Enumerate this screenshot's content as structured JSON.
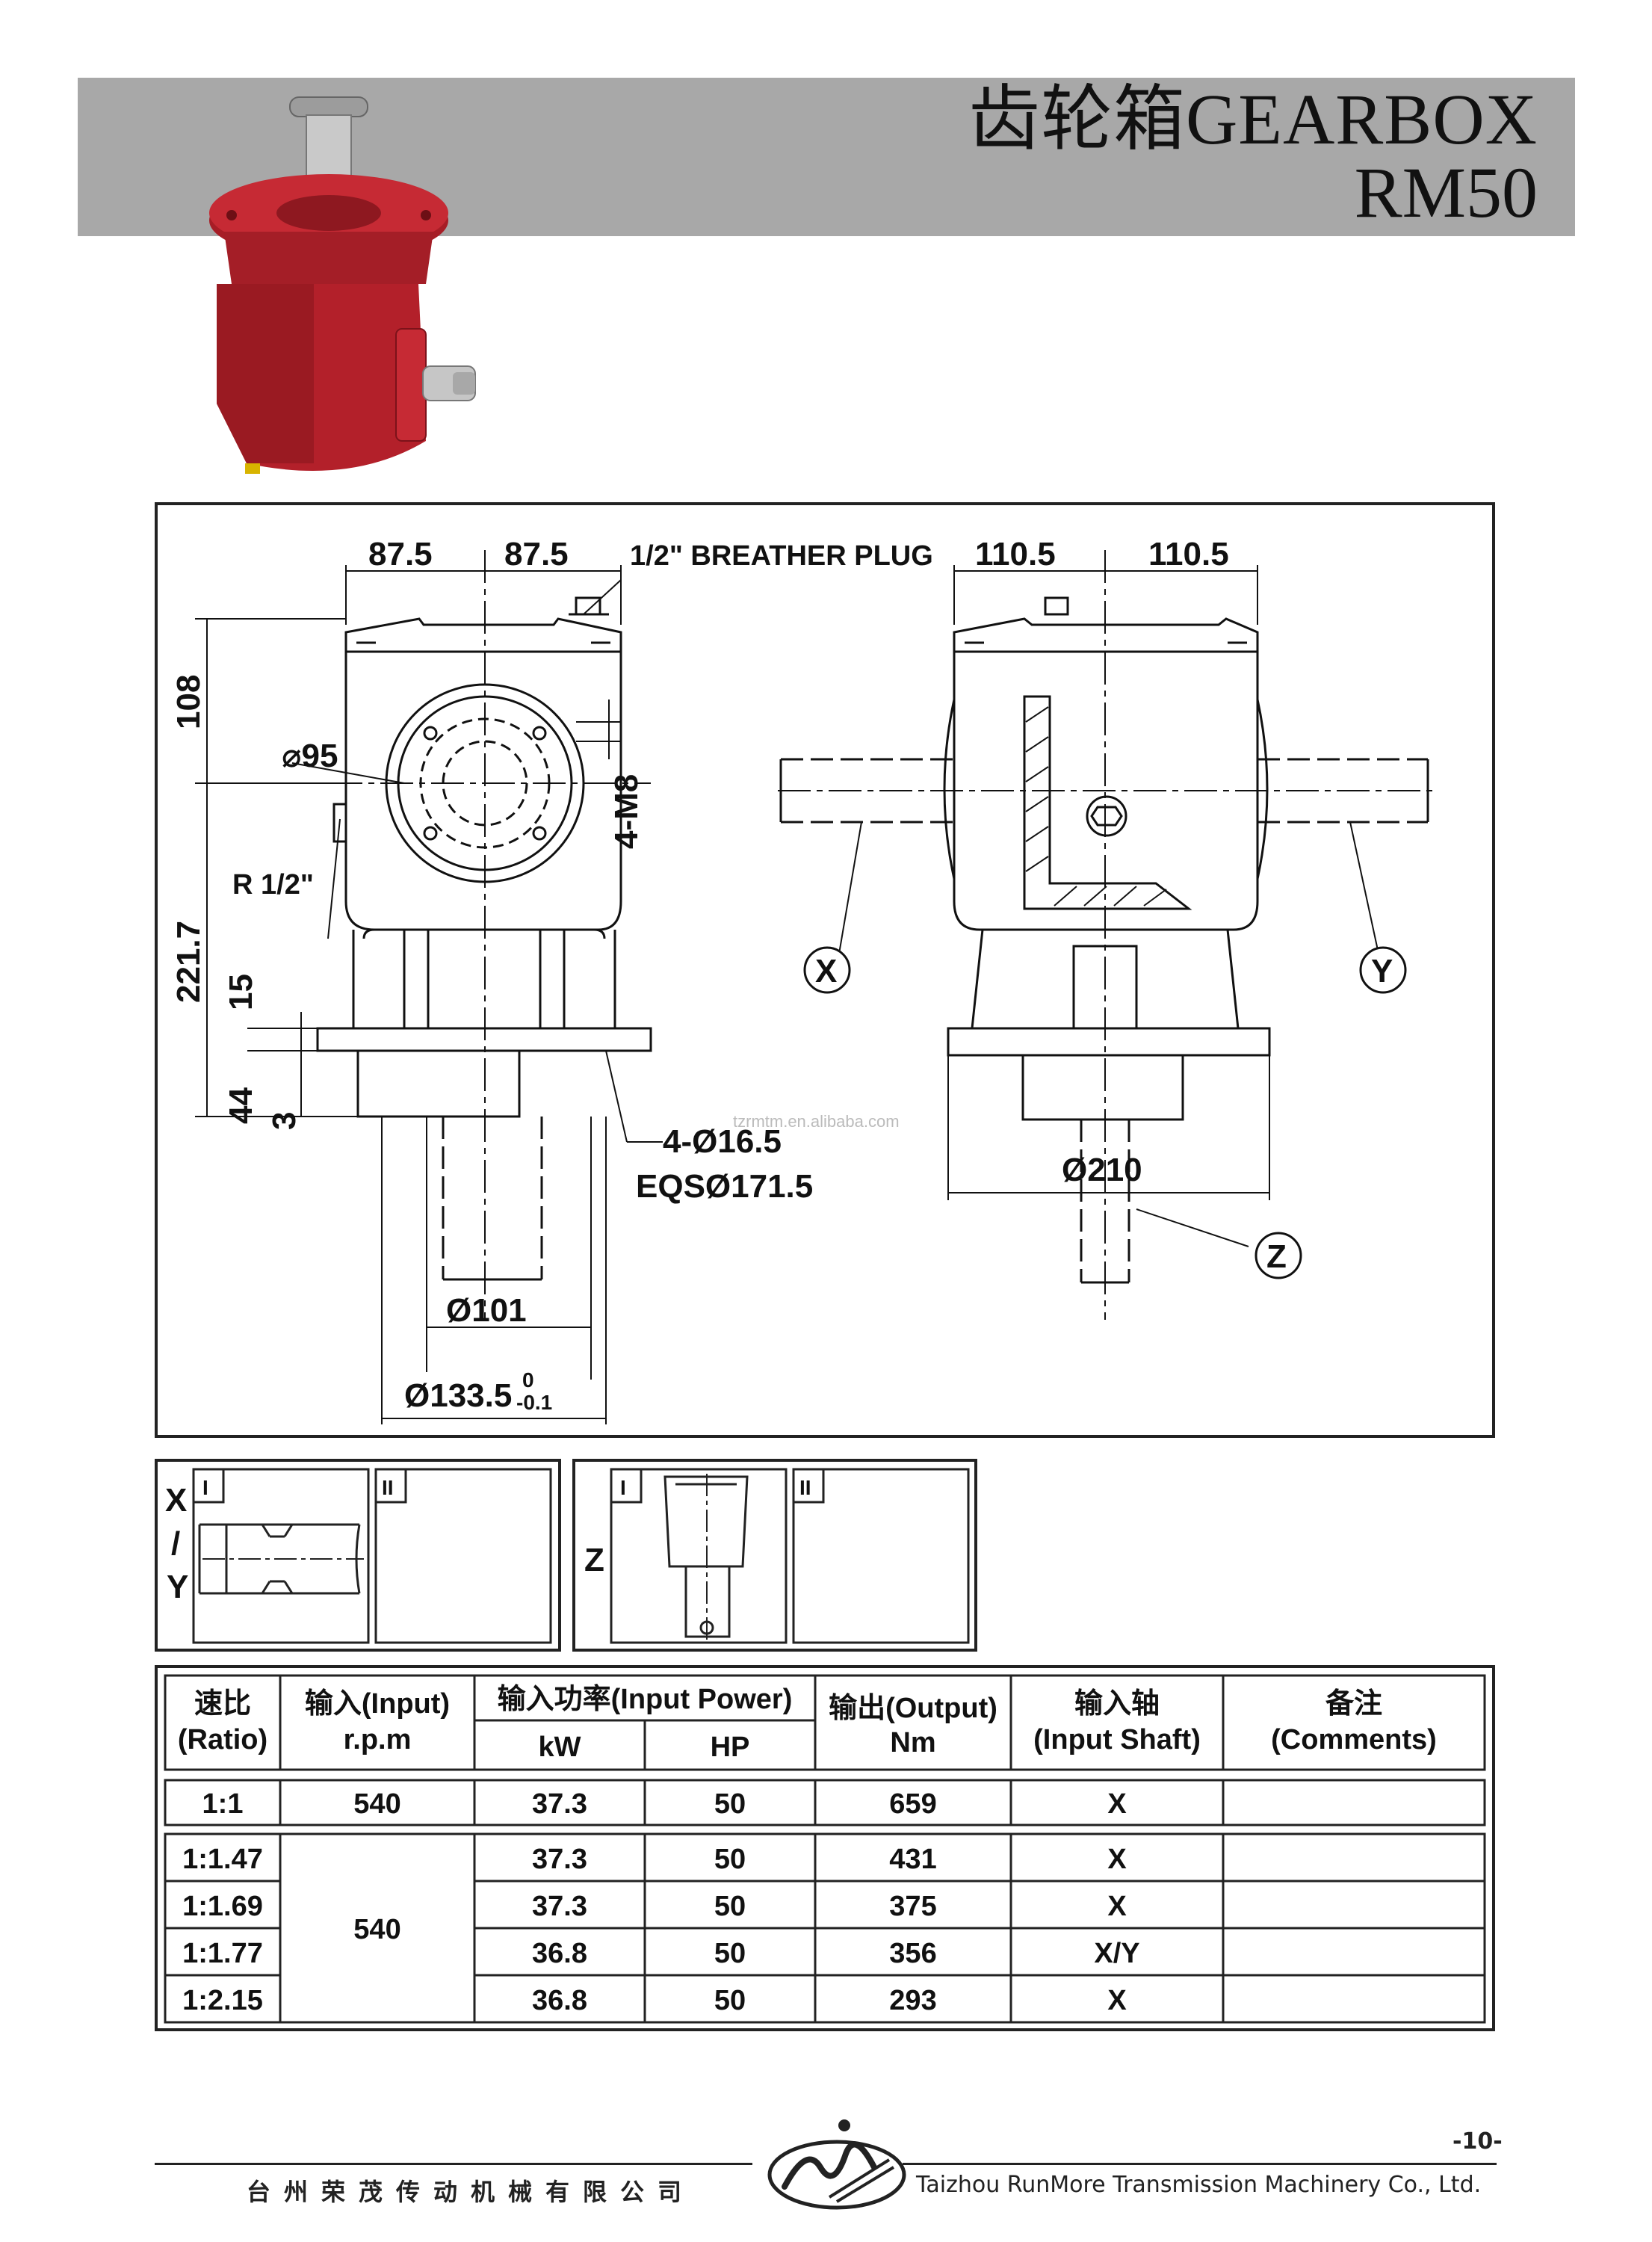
{
  "header": {
    "title": "齿轮箱GEARBOX",
    "model": "RM50"
  },
  "drawing": {
    "dims": {
      "half_width_left": "87.5",
      "half_width_right": "87.5",
      "breather_plug": "1/2\" BREATHER PLUG",
      "half_width2_left": "110.5",
      "half_width2_right": "110.5",
      "height_top": "108",
      "dia_95": "⌀95",
      "thread": "4-M8",
      "r_half": "R 1/2\"",
      "height_main": "221.7",
      "flange_thick": "15",
      "spigot_height": "44",
      "spigot_step": "3",
      "holes": "4-Ø16.5",
      "eqs": "EQSØ171.5",
      "dia_101": "Ø101",
      "dia_1335": "Ø133.5",
      "tol_upper": "0",
      "tol_lower": "-0.1",
      "dia_210": "Ø210",
      "label_x": "X",
      "label_y": "Y",
      "label_z": "Z"
    },
    "watermark": "tzrmtm.en.alibaba.com"
  },
  "shafts": {
    "xy_label_x": "X",
    "xy_label_slash": "/",
    "xy_label_y": "Y",
    "z_label": "Z",
    "type_i": "I",
    "type_ii": "II"
  },
  "table": {
    "headers": {
      "ratio_cn": "速比",
      "ratio_en": "(Ratio)",
      "input_cn": "输入(Input)",
      "input_en": "r.p.m",
      "power": "输入功率(Input Power)",
      "kw": "kW",
      "hp": "HP",
      "output_cn": "输出(Output)",
      "output_en": "Nm",
      "shaft_cn": "输入轴",
      "shaft_en": "(Input Shaft)",
      "comments_cn": "备注",
      "comments_en": "(Comments)"
    },
    "rows": [
      {
        "ratio": "1:1",
        "rpm": "540",
        "kw": "37.3",
        "hp": "50",
        "nm": "659",
        "shaft": "X"
      },
      {
        "ratio": "1:1.47",
        "kw": "37.3",
        "hp": "50",
        "nm": "431",
        "shaft": "X"
      },
      {
        "ratio": "1:1.69",
        "kw": "37.3",
        "hp": "50",
        "nm": "375",
        "shaft": "X"
      },
      {
        "ratio": "1:1.77",
        "kw": "36.8",
        "hp": "50",
        "nm": "356",
        "shaft": "X/Y"
      },
      {
        "ratio": "1:2.15",
        "kw": "36.8",
        "hp": "50",
        "nm": "293",
        "shaft": "X"
      }
    ],
    "group_rpm": "540"
  },
  "footer": {
    "company_cn": "台州荣茂传动机械有限公司",
    "company_en": "Taizhou RunMore Transmission Machinery Co., Ltd.",
    "page": "-10-"
  },
  "colors": {
    "header_gray": "#a8a8a8",
    "gearbox_red": "#b3202a"
  }
}
